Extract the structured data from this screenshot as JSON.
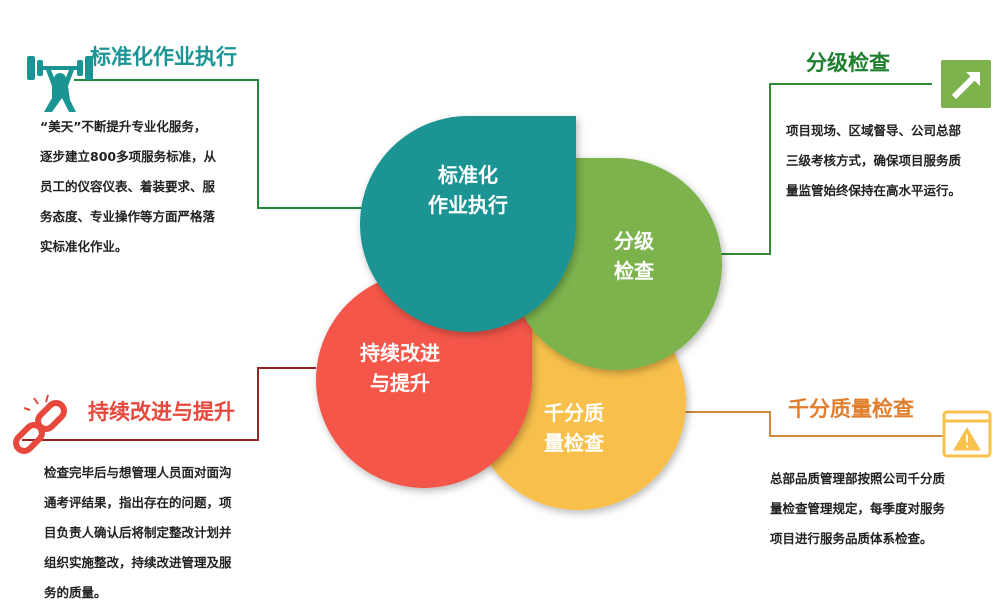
{
  "colors": {
    "teal": "#1b9494",
    "green": "#7db34d",
    "red": "#f4574a",
    "yellow": "#f8c04c",
    "orange": "#e27d2c",
    "title_green": "#1e7f2e",
    "title_red": "#e8473c",
    "title_orange": "#e27d2c",
    "line_teal": "#1b8b3a",
    "line_green": "#2e8b33",
    "line_red": "#9b2020",
    "line_orange": "#cf8a3b"
  },
  "petals": {
    "standard": {
      "line1": "标准化",
      "line2": "作业执行"
    },
    "grading": {
      "line1": "分级",
      "line2": "检查"
    },
    "improve": {
      "line1": "持续改进",
      "line2": "与提升"
    },
    "quality": {
      "line1": "千分质",
      "line2": "量检查"
    }
  },
  "sections": {
    "standard": {
      "title": "标准化作业执行",
      "icon": "weightlifter-icon",
      "lines": [
        "“美天”不断提升专业化服务，",
        "逐步建立800多项服务标准，从",
        "员工的仪容仪表、着装要求、服",
        "务态度、专业操作等方面严格落",
        "实标准化作业。"
      ]
    },
    "grading": {
      "title": "分级检查",
      "icon": "up-right-arrow-icon",
      "lines": [
        "项目现场、区域督导、公司总部",
        "三级考核方式，确保项目服务质",
        "量监管始终保持在高水平运行。"
      ]
    },
    "improve": {
      "title": "持续改进与提升",
      "icon": "broken-chain-icon",
      "lines": [
        "检查完毕后与想管理人员面对面沟",
        "通考评结果，指出存在的问题，项",
        "目负责人确认后将制定整改计划并",
        "组织实施整改，持续改进管理及服",
        "务的质量。"
      ]
    },
    "quality": {
      "title": "千分质量检查",
      "icon": "warning-window-icon",
      "lines": [
        "总部品质管理部按照公司千分质",
        "量检查管理规定，每季度对服务",
        "项目进行服务品质体系检查。"
      ]
    }
  }
}
